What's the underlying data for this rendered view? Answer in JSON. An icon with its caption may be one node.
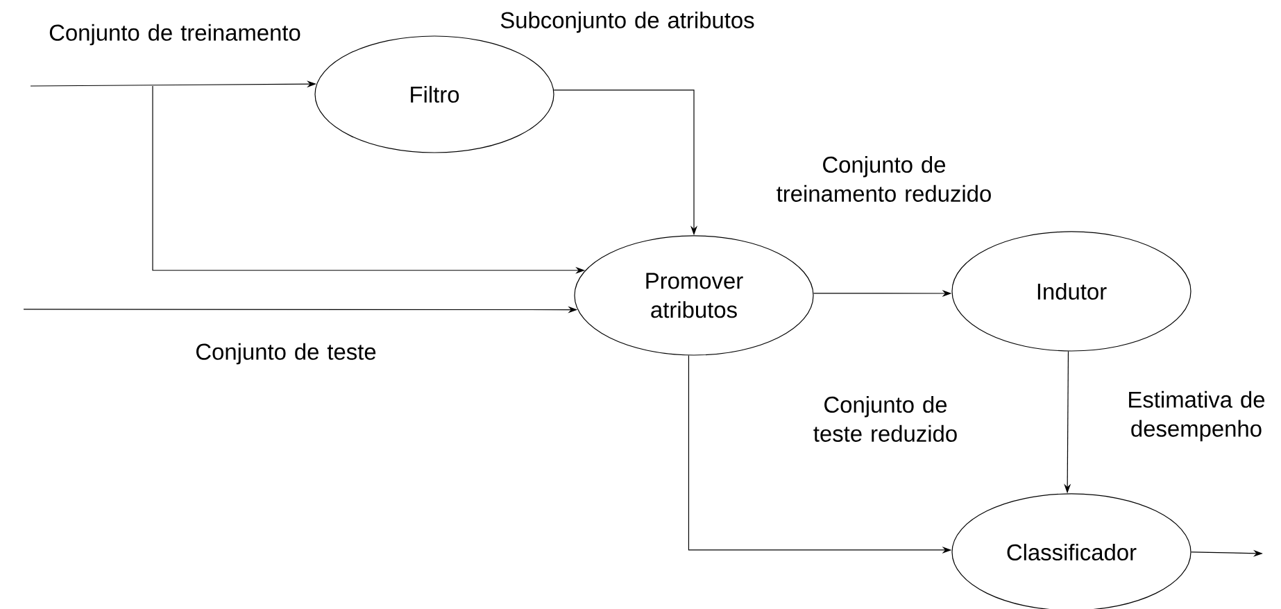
{
  "diagram": {
    "nodes": [
      {
        "text": [
          "Filtro"
        ]
      },
      {
        "text": [
          "Promover atributos"
        ]
      },
      {
        "text": [
          "Indutor"
        ]
      },
      {
        "text": [
          "Classificador"
        ]
      }
    ],
    "edges": [
      {
        "from": null,
        "to": 0,
        "arrow": "to",
        "label": "Conjunto de treinamento"
      },
      {
        "from": null,
        "to": 1,
        "arrow": "to"
      },
      {
        "from": null,
        "to": 1,
        "arrow": "to",
        "label": "Conjunto de teste"
      },
      {
        "from": 0,
        "to": 1,
        "arrow": "to",
        "label": "Subconjunto de atributos"
      },
      {
        "from": 1,
        "to": 2,
        "arrow": "to",
        "label": "Conjunto de treinamento reduzido"
      },
      {
        "from": 2,
        "to": 3,
        "arrow": "to"
      },
      {
        "from": 1,
        "to": 3,
        "arrow": "to"
      },
      {
        "from": 3,
        "to": null,
        "arrow": "to"
      }
    ],
    "labels": [
      "Conjunto de teste reduzido",
      "Estimativa de desempenho"
    ]
  }
}
